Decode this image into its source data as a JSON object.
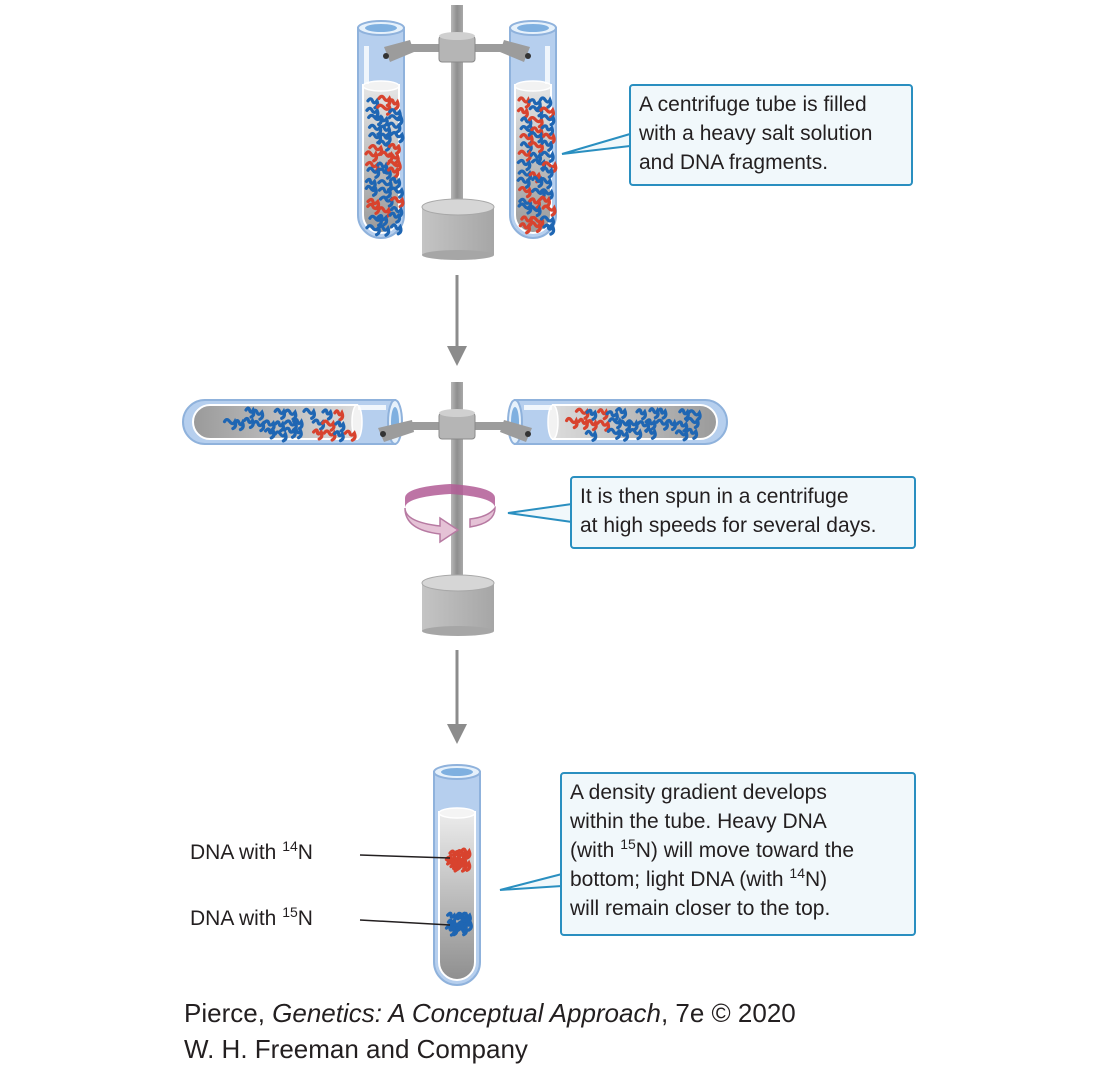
{
  "step1": {
    "callout_lines": [
      "A centrifuge tube is filled",
      "with a heavy salt solution",
      "and DNA fragments."
    ]
  },
  "step2": {
    "callout_lines": [
      "It is then spun in a centrifuge",
      "at high speeds for several days."
    ]
  },
  "step3": {
    "callout_line1": "A density gradient develops",
    "callout_line2": "within the tube. Heavy DNA",
    "callout_line3_pre": "(with ",
    "callout_line3_sup": "15",
    "callout_line3_post": "N) will move toward the",
    "callout_line4_pre": "bottom; light DNA (with ",
    "callout_line4_sup": "14",
    "callout_line4_post": "N)",
    "callout_line5": "will remain closer to the top.",
    "label_light_pre": "DNA with ",
    "label_light_sup": "14",
    "label_light_post": "N",
    "label_heavy_pre": "DNA with ",
    "label_heavy_sup": "15",
    "label_heavy_post": "N"
  },
  "credit": {
    "author": "Pierce, ",
    "book_title": "Genetics: A Conceptual Approach",
    "edition": ", 7e © 2020",
    "publisher": "W. H. Freeman and Company"
  },
  "colors": {
    "tube_blue": "#b6cfee",
    "tube_edge": "#8fb2dc",
    "solution_gray": "#b3b3b3",
    "metal_gray": "#9c9c9c",
    "dna_red": "#d8432e",
    "dna_blue": "#1f66b3",
    "callout_border": "#2a8fc0",
    "callout_fill": "#f1f8fb",
    "spin_arrow": "#c98fb1"
  },
  "icons": [
    "centrifuge-rotor",
    "centrifuge-tube",
    "rotation-arrow",
    "down-arrow"
  ]
}
